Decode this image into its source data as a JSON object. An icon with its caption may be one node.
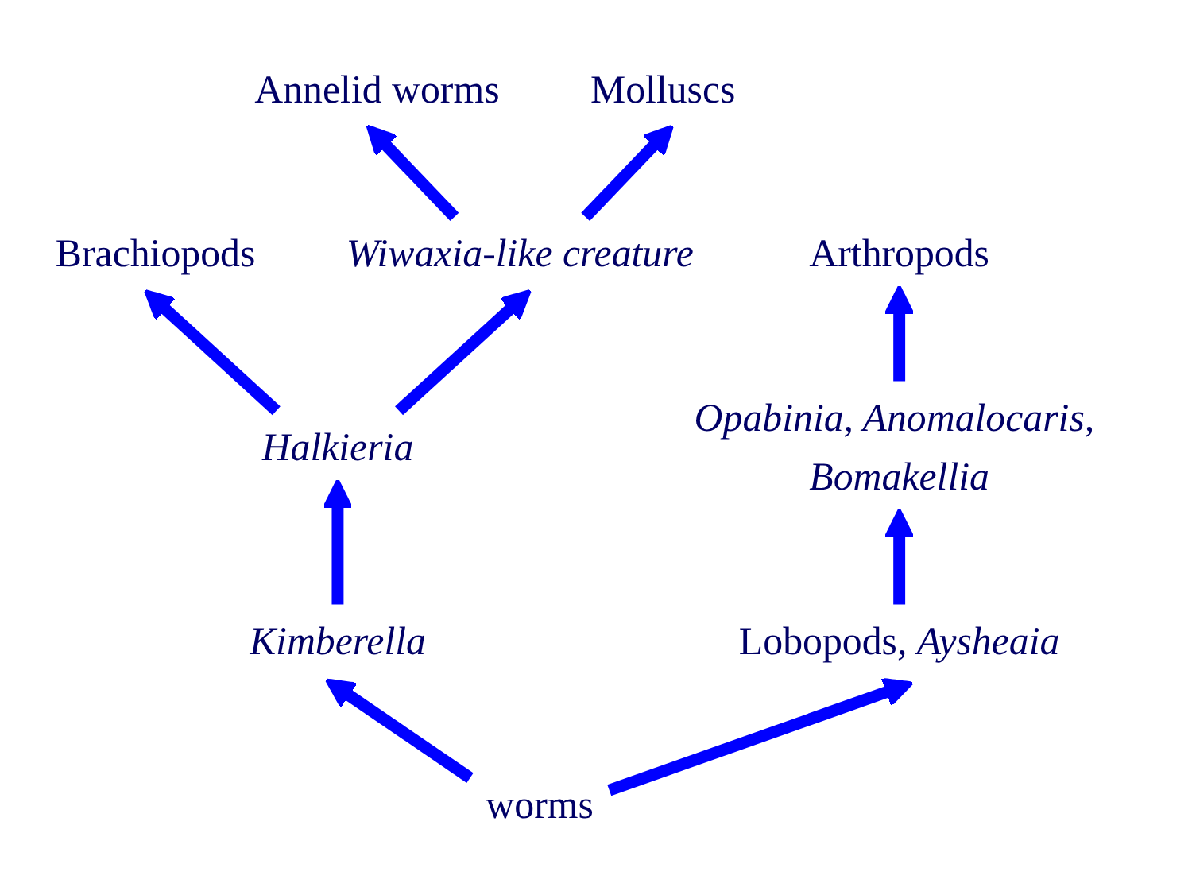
{
  "diagram": {
    "nodes": [
      {
        "text": [
          "Annelid worms"
        ]
      },
      {
        "text": [
          "Molluscs"
        ]
      },
      {
        "text": [
          "Arthropods"
        ]
      },
      {
        "text": [
          "Brachiopods"
        ]
      },
      {
        "text": [
          "Wiwaxia-like creature"
        ]
      },
      {
        "text": [
          "Halkieria"
        ]
      },
      {
        "text": [
          "Opabinia, Anomalocaris, Bomakellia"
        ]
      },
      {
        "text": [
          "Kimberella"
        ]
      },
      {
        "text": [
          "Lobopods, *Aysheaia*"
        ]
      },
      {
        "text": [
          "worms"
        ]
      }
    ],
    "edges": [
      {
        "from": 9,
        "to": 7,
        "arrow": "to"
      },
      {
        "from": 9,
        "to": 8,
        "arrow": "to"
      },
      {
        "from": 7,
        "to": 5,
        "arrow": "to"
      },
      {
        "from": 5,
        "to": 3,
        "arrow": "to"
      },
      {
        "from": 5,
        "to": 4,
        "arrow": "to"
      },
      {
        "from": 4,
        "to": 0,
        "arrow": "to"
      },
      {
        "from": 4,
        "to": 1,
        "arrow": "to"
      },
      {
        "from": 8,
        "to": 6,
        "arrow": "to"
      },
      {
        "from": 6,
        "to": 2,
        "arrow": "to"
      }
    ]
  }
}
